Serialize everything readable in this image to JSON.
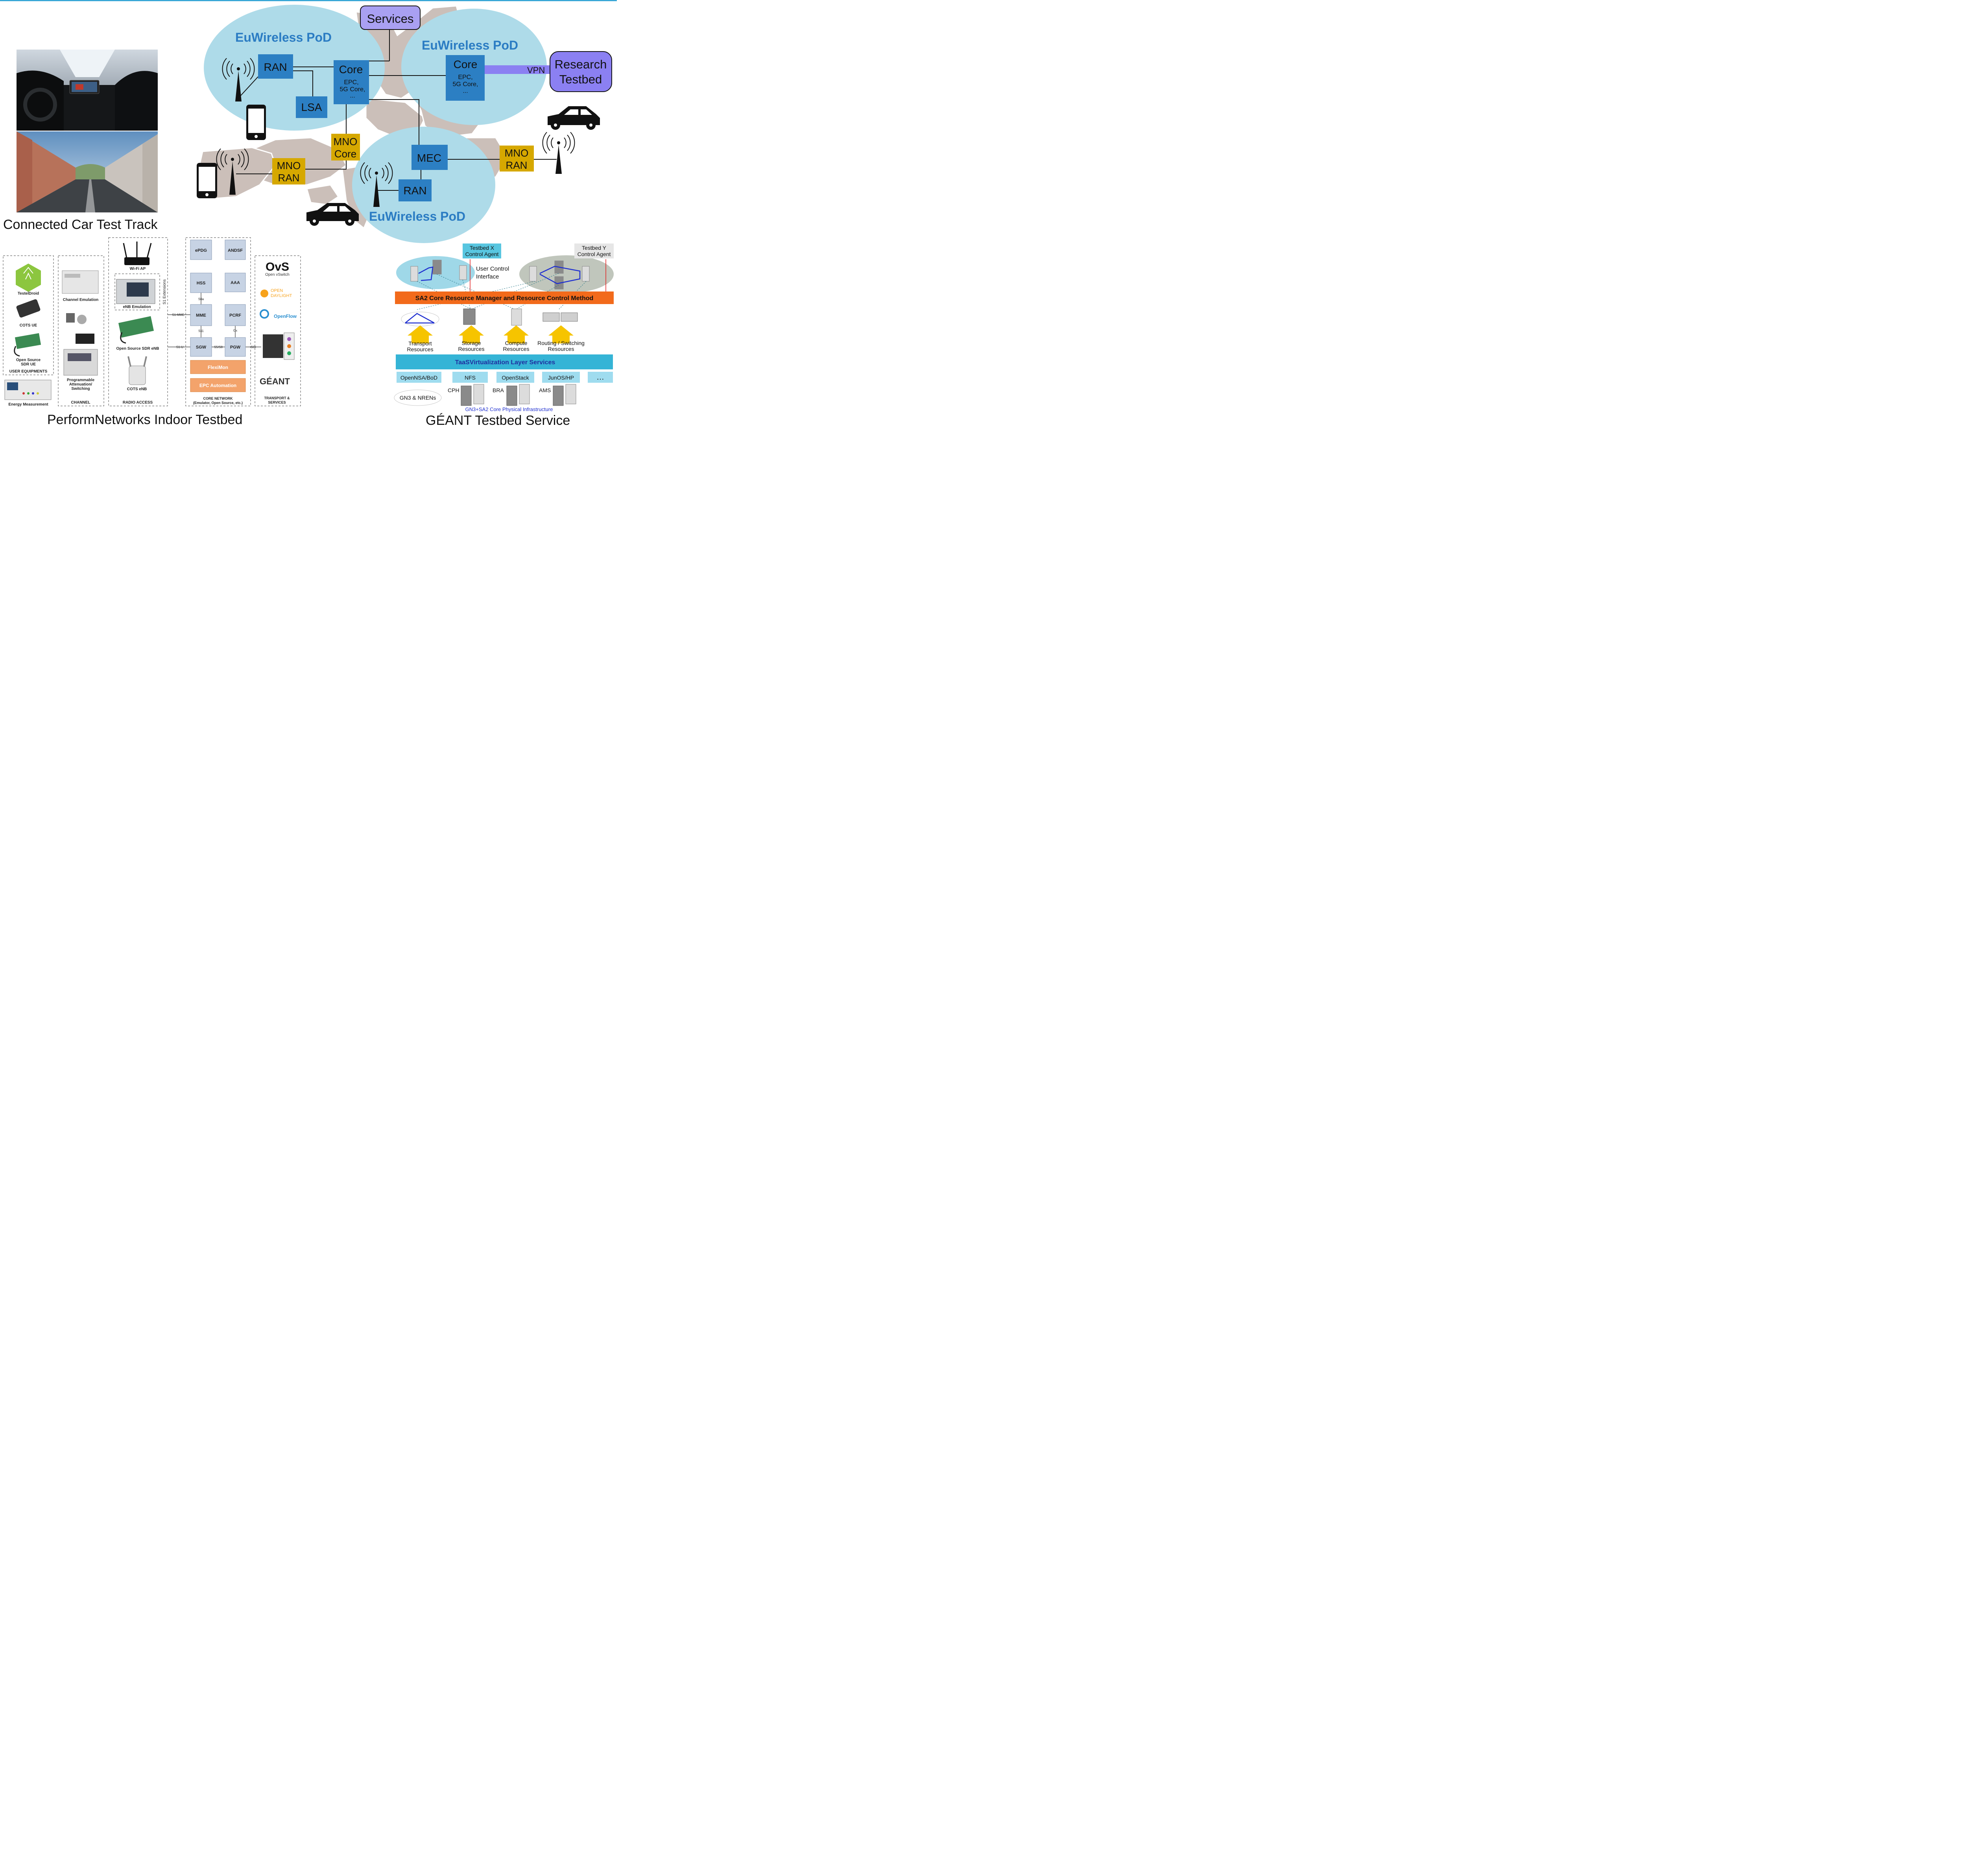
{
  "captions": {
    "car_track": "Connected Car Test Track",
    "perform": "PerformNetworks Indoor Testbed",
    "geant": "GÉANT Testbed Service"
  },
  "colors": {
    "pod_fill": "#aedbe9",
    "pod_title": "#2b7cc3",
    "blue_box": "#2c7fc3",
    "gold_box": "#d6a800",
    "purple": "#8b80f2",
    "map_land": "#cbbfb9",
    "orange_bar": "#f26a1b",
    "virt_bar": "#35b4d6",
    "gray_box": "#c7d3e4",
    "orange_box": "#f3a36b"
  },
  "euwireless": {
    "pod_title": "EuWireless PoD",
    "services": "Services",
    "research": [
      "Research",
      "Testbed"
    ],
    "vpn": "VPN",
    "ran": "RAN",
    "core": "Core",
    "core_detail": [
      "EPC,",
      "5G Core,",
      "..."
    ],
    "lsa": "LSA",
    "mec": "MEC",
    "mno_core": [
      "MNO",
      "Core"
    ],
    "mno_ran": [
      "MNO",
      "RAN"
    ]
  },
  "perform": {
    "groups": {
      "user_equipments": "USER EQUIPMENTS",
      "channel": "CHANNEL",
      "radio_access": "RADIO ACCESS",
      "core_network": [
        "CORE NETWORK",
        "(Emulator, Open Source, etc.)"
      ],
      "transport": [
        "TRANSPORT &",
        "SERVICES"
      ]
    },
    "items": {
      "testeldroid": "TestelDroid",
      "cots_ue": "COTS UE",
      "sdr_ue": [
        "Open Source",
        "SDR UE"
      ],
      "energy": "Energy Measurement",
      "channel_emulation": "Channel Emulation",
      "attenuation": [
        "Programmable",
        "Attenuation/",
        "Switching"
      ],
      "wifi_ap": "Wi-Fi AP",
      "enb_emulation": "eNB Emulation",
      "s1_ext": "S1 Extensions",
      "sdr_enb": "Open Source SDR eNB",
      "cots_enb": "COTS eNB"
    },
    "core_boxes": [
      "ePDG",
      "ANDSF",
      "HSS",
      "AAA",
      "MME",
      "PCRF",
      "SGW",
      "PGW"
    ],
    "core_tools": [
      "FlexiMon",
      "EPC Automation"
    ],
    "interfaces": {
      "s6a": "S6a",
      "s11": "S11",
      "gx": "Gx",
      "s5s8": "S5/S8",
      "s1mme": "S1-MME",
      "s1u": "S1-U",
      "sgi": "SGi"
    },
    "logos": {
      "ovs": "OvS",
      "ovs_sub": "Open vSwitch",
      "odl": [
        "OPEN",
        "DAYLIGHT"
      ],
      "openflow": "OpenFlow",
      "geant": "GÉANT"
    }
  },
  "geant": {
    "agent_x": [
      "Testbed X",
      "Control Agent"
    ],
    "agent_y": [
      "Testbed Y",
      "Control Agent"
    ],
    "uci": [
      "User Control",
      "Interface"
    ],
    "sa2_bar": "SA2 Core Resource Manager and Resource Control Method",
    "resources": [
      [
        "Transport",
        "Resources"
      ],
      [
        "Storage",
        "Resources"
      ],
      [
        "Compute",
        "Resources"
      ],
      [
        "Routing / Switching",
        "Resources"
      ]
    ],
    "virt_bar": "TaaSVirtualization Layer Services",
    "services": [
      "OpenNSA/BoD",
      "NFS",
      "OpenStack",
      "JunOS/HP",
      "…"
    ],
    "gn3": "GN3 & NRENs",
    "sites": [
      "CPH",
      "BRA",
      "AMS"
    ],
    "phys": "GN3+SA2 Core Physical Infrastructure"
  }
}
